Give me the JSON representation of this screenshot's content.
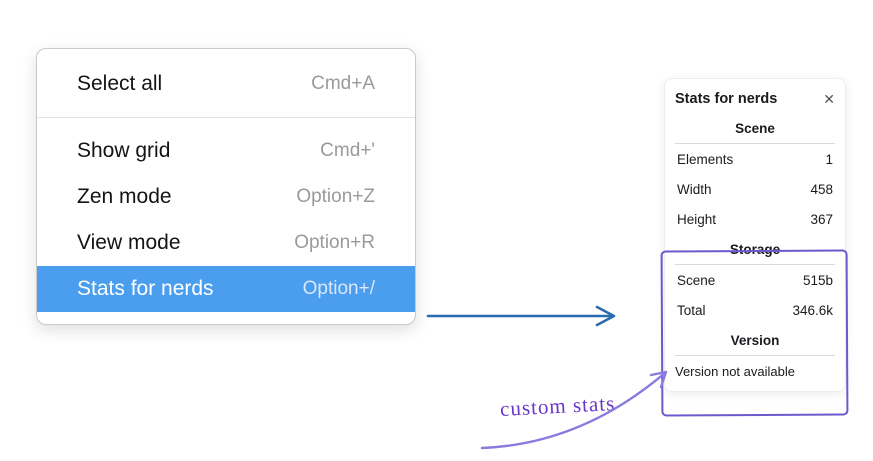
{
  "menu": {
    "items": [
      {
        "label": "Select all",
        "shortcut": "Cmd+A",
        "selected": false
      },
      {
        "label": "Show grid",
        "shortcut": "Cmd+'",
        "selected": false
      },
      {
        "label": "Zen mode",
        "shortcut": "Option+Z",
        "selected": false
      },
      {
        "label": "View mode",
        "shortcut": "Option+R",
        "selected": false
      },
      {
        "label": "Stats for nerds",
        "shortcut": "Option+/",
        "selected": true
      }
    ]
  },
  "stats_panel": {
    "title": "Stats for nerds",
    "close_icon": "✕",
    "sections": [
      {
        "heading": "Scene",
        "rows": [
          [
            "Elements",
            "1"
          ],
          [
            "Width",
            "458"
          ],
          [
            "Height",
            "367"
          ]
        ]
      },
      {
        "heading": "Storage",
        "rows": [
          [
            "Scene",
            "515b"
          ],
          [
            "Total",
            "346.6k"
          ]
        ]
      },
      {
        "heading": "Version",
        "rows": [],
        "note": "Version not available"
      }
    ]
  },
  "annotation": {
    "label": "custom stats"
  },
  "colors": {
    "menu_highlight": "#4a9eed",
    "arrow_blue": "#2b6cb0",
    "annotation_purple": "#6a5acd",
    "annotation_text_purple": "#6a35c8"
  }
}
